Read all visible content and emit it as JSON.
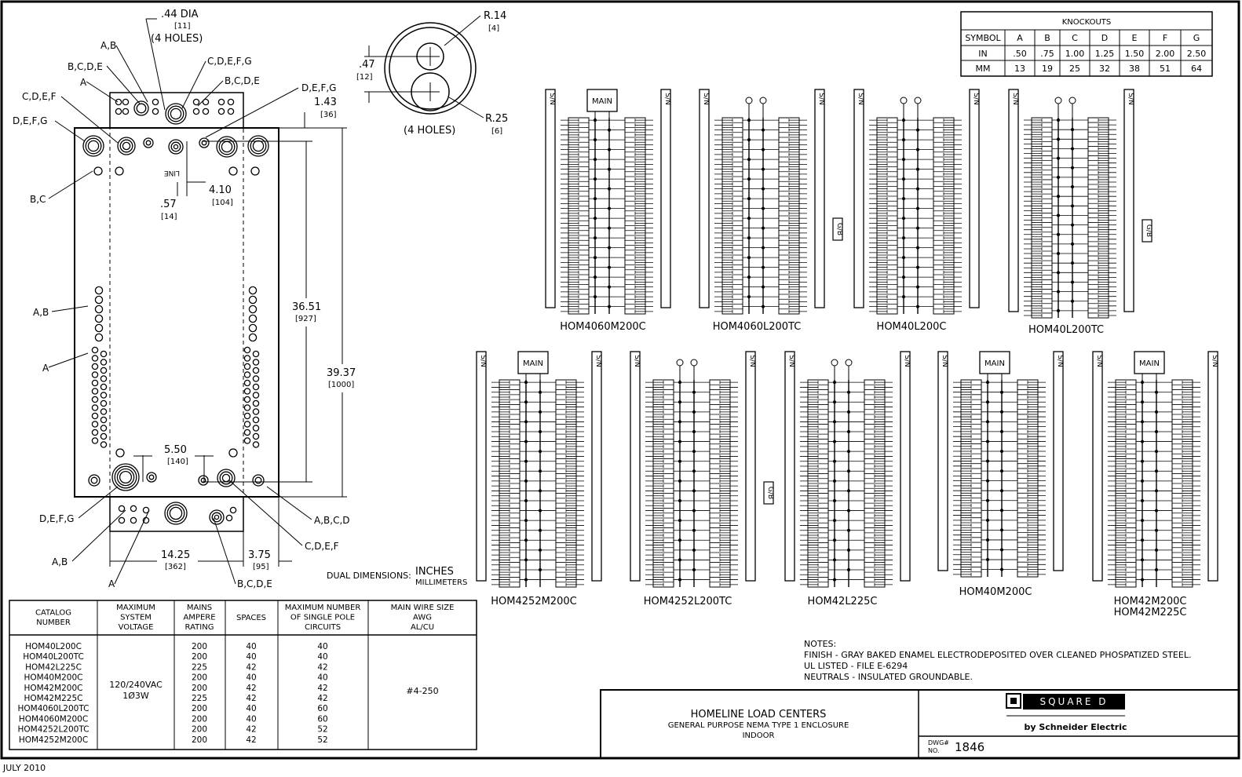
{
  "drawing": {
    "date": "JULY 2010",
    "dual_dimensions_label": "DUAL DIMENSIONS:",
    "dual_inches": "INCHES",
    "dual_mm": "MILLIMETERS"
  },
  "enclosure": {
    "hole_dia": ".44 DIA",
    "hole_dia_mm": "[11]",
    "hole_count": "(4 HOLES)",
    "dim_143": "1.43",
    "dim_143_mm": "[36]",
    "dim_410": "4.10",
    "dim_410_mm": "[104]",
    "dim_057": ".57",
    "dim_057_mm": "[14]",
    "dim_3651": "36.51",
    "dim_3651_mm": "[927]",
    "dim_3937": "39.37",
    "dim_3937_mm": "[1000]",
    "dim_550": "5.50",
    "dim_550_mm": "[140]",
    "dim_1425": "14.25",
    "dim_1425_mm": "[362]",
    "dim_375": "3.75",
    "dim_375_mm": "[95]",
    "line_label": "LINE",
    "ko_labels": {
      "ab_top": "A,B",
      "bcde_top": "B,C,D,E",
      "a_top": "A",
      "cdefg_top": "C,D,E,F,G",
      "bcde_top_right": "B,C,D,E",
      "defg_top_right": "D,E,F,G",
      "cdef_left": "C,D,E,F",
      "defg_left": "D,E,F,G",
      "bc_left": "B,C",
      "ab_left": "A,B",
      "a_left": "A",
      "defg_bottom_left": "D,E,F,G",
      "ab_bottom": "A,B",
      "a_bottom": "A",
      "bcde_bottom": "B,C,D,E",
      "cdef_bottom_right": "C,D,E,F",
      "abcd_bottom_right": "A,B,C,D"
    }
  },
  "keyhole": {
    "r14": "R.14",
    "r14_mm": "[4]",
    "r25": "R.25",
    "r25_mm": "[6]",
    "dim_047": ".47",
    "dim_047_mm": "[12]",
    "holes": "(4 HOLES)"
  },
  "knockouts": {
    "title": "KNOCKOUTS",
    "headers": [
      "SYMBOL",
      "A",
      "B",
      "C",
      "D",
      "E",
      "F",
      "G"
    ],
    "rows": [
      [
        "IN",
        ".50",
        ".75",
        "1.00",
        "1.25",
        "1.50",
        "2.00",
        "2.50"
      ],
      [
        "MM",
        "13",
        "19",
        "25",
        "32",
        "38",
        "51",
        "64"
      ]
    ]
  },
  "panels": {
    "main_label": "MAIN",
    "sn_label": "S/N",
    "gb_label": "G/B",
    "items": [
      {
        "name": "HOM4060M200C",
        "main": "MAIN"
      },
      {
        "name": "HOM4060L200TC"
      },
      {
        "name": "HOM40L200C"
      },
      {
        "name": "HOM40L200TC"
      },
      {
        "name": "HOM4252M200C",
        "main": "MAIN"
      },
      {
        "name": "HOM4252L200TC"
      },
      {
        "name": "HOM42L225C"
      },
      {
        "name": "HOM40M200C",
        "main": "MAIN"
      },
      {
        "name": "HOM42M200C",
        "name2": "HOM42M225C",
        "main": "MAIN"
      }
    ]
  },
  "spec_table": {
    "headers": [
      [
        "CATALOG",
        "NUMBER"
      ],
      [
        "MAXIMUM",
        "SYSTEM",
        "VOLTAGE"
      ],
      [
        "MAINS",
        "AMPERE",
        "RATING"
      ],
      [
        "SPACES"
      ],
      [
        "MAXIMUM NUMBER",
        "OF SINGLE POLE",
        "CIRCUITS"
      ],
      [
        "MAIN WIRE SIZE",
        "AWG",
        "AL/CU"
      ]
    ],
    "catalog": [
      "HOM40L200C",
      "HOM40L200TC",
      "HOM42L225C",
      "HOM40M200C",
      "HOM42M200C",
      "HOM42M225C",
      "HOM4060L200TC",
      "HOM4060M200C",
      "HOM4252L200TC",
      "HOM4252M200C"
    ],
    "voltage": [
      "120/240VAC",
      "1Ø3W"
    ],
    "amps": [
      "200",
      "200",
      "225",
      "200",
      "200",
      "225",
      "200",
      "200",
      "200",
      "200"
    ],
    "spaces": [
      "40",
      "40",
      "42",
      "40",
      "42",
      "42",
      "40",
      "40",
      "42",
      "42"
    ],
    "circuits": [
      "40",
      "40",
      "42",
      "40",
      "42",
      "42",
      "60",
      "60",
      "52",
      "52"
    ],
    "wire": "#4-250"
  },
  "notes": {
    "heading": "NOTES:",
    "lines": [
      "FINISH - GRAY BAKED ENAMEL ELECTRODEPOSITED OVER CLEANED PHOSPATIZED STEEL.",
      "UL LISTED - FILE E-6294",
      "NEUTRALS - INSULATED GROUNDABLE."
    ]
  },
  "title_block": {
    "title": "HOMELINE LOAD CENTERS",
    "subtitle": "GENERAL PURPOSE NEMA TYPE 1 ENCLOSURE",
    "line3": "INDOOR",
    "brand_top": "SQUARE D",
    "brand_bottom": "by Schneider Electric",
    "dwg_label_top": "DWG#",
    "dwg_label_bottom": "NO.",
    "dwg_no": "1846"
  }
}
